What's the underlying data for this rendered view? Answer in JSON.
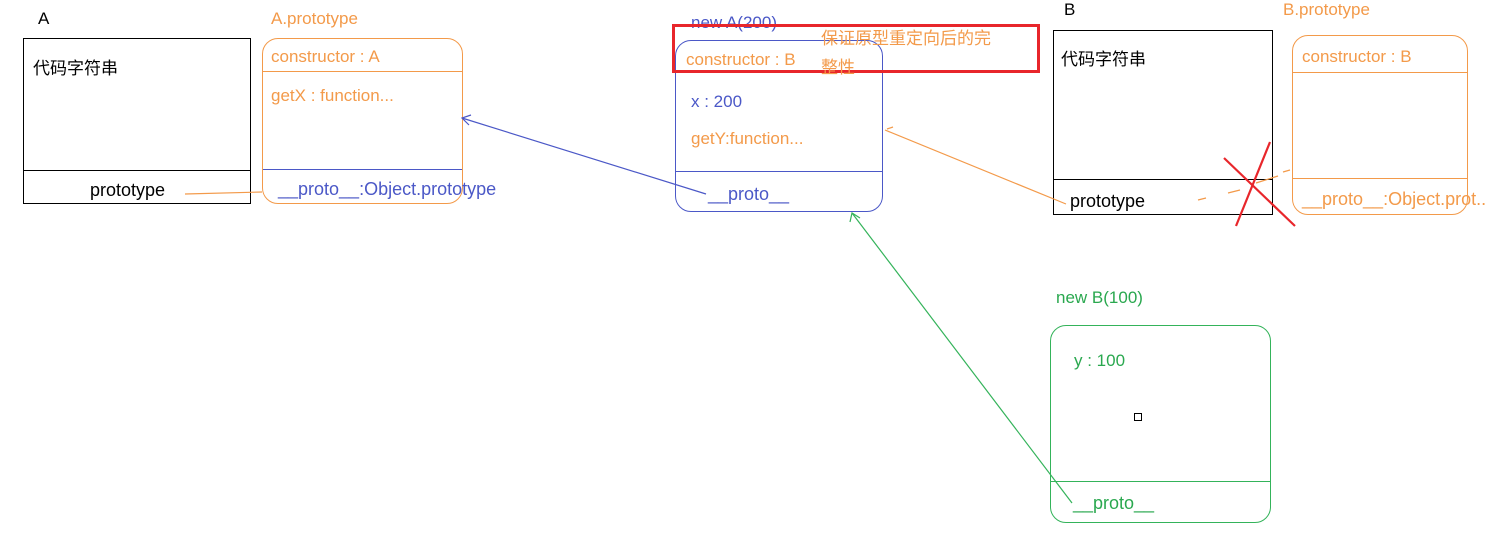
{
  "a": {
    "title": "A",
    "code": "代码字符串",
    "prototype": "prototype"
  },
  "a_proto": {
    "title": "A.prototype",
    "constructor": "constructor : A",
    "getX": "getX : function...",
    "proto": "__proto__:Object.prototype"
  },
  "new_a": {
    "title": "new A(200)",
    "constructor": "constructor : B",
    "x": "x : 200",
    "getY": "getY:function...",
    "proto": "__proto__"
  },
  "note": {
    "line1": "保证原型重定向后的完",
    "line2": "整性"
  },
  "b": {
    "title": "B",
    "code": "代码字符串",
    "prototype": "prototype"
  },
  "b_proto": {
    "title": "B.prototype",
    "constructor": "constructor : B",
    "proto": "__proto__:Object.prot.."
  },
  "new_b": {
    "title": "new B(100)",
    "y": "y : 100",
    "proto": "__proto__"
  },
  "colors": {
    "orange": "#f39a4a",
    "blue": "#4b58c7",
    "green": "#34b35a",
    "red": "#e8262b",
    "black": "#000000"
  }
}
